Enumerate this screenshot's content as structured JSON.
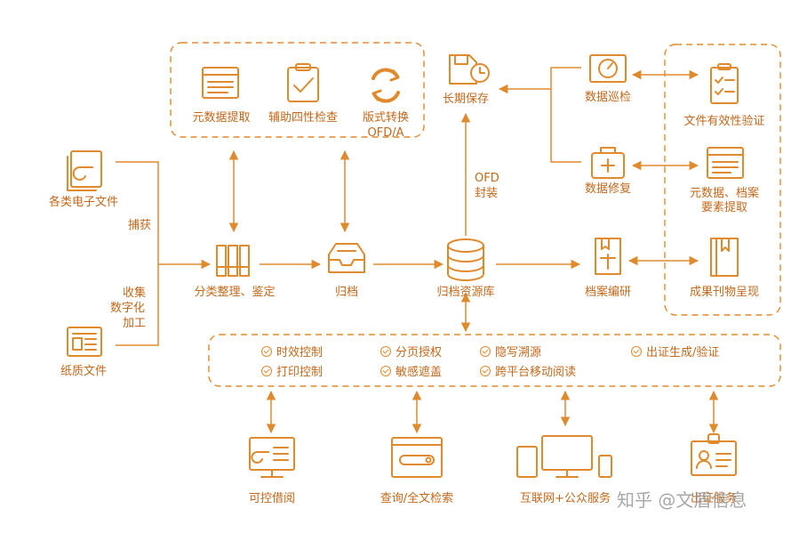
{
  "top_group": {
    "metadata_extract": "元数据提取",
    "four_check": "辅助四性检查",
    "format_convert": "版式转换",
    "format_convert_sub": "OFD/A"
  },
  "left": {
    "e_files": "各类电子文件",
    "paper_files": "纸质文件",
    "capture": "捕获",
    "collect": "收集",
    "digitize": "数字化",
    "process": "加工"
  },
  "center": {
    "classify": "分类整理、鉴定",
    "archive": "归档",
    "repository": "归档资源库",
    "ofd": "OFD",
    "package": "封装",
    "long_term": "长期保存",
    "compile": "档案编研"
  },
  "right": {
    "inspect": "数据巡检",
    "repair": "数据修复",
    "validity": "文件有效性验证",
    "meta_extract_1": "元数据、档案",
    "meta_extract_2": "要素提取",
    "publication": "成果刊物呈现"
  },
  "features": {
    "time_control": "时效控制",
    "print_control": "打印控制",
    "page_auth": "分页授权",
    "sensitive_mask": "敏感遮盖",
    "hidden_trace": "隐写溯源",
    "cross_platform": "跨平台移动阅读",
    "certificate": "出证生成/验证"
  },
  "bottom": {
    "borrow": "可控借阅",
    "search": "查询/全文检索",
    "internet": "互联网+公众服务",
    "cert_label": "出证服务"
  },
  "watermark": "知乎 @文盾信息",
  "colors": {
    "accent": "#e08a2e",
    "text": "#c4681b",
    "watermark": "#9a9a9a"
  }
}
